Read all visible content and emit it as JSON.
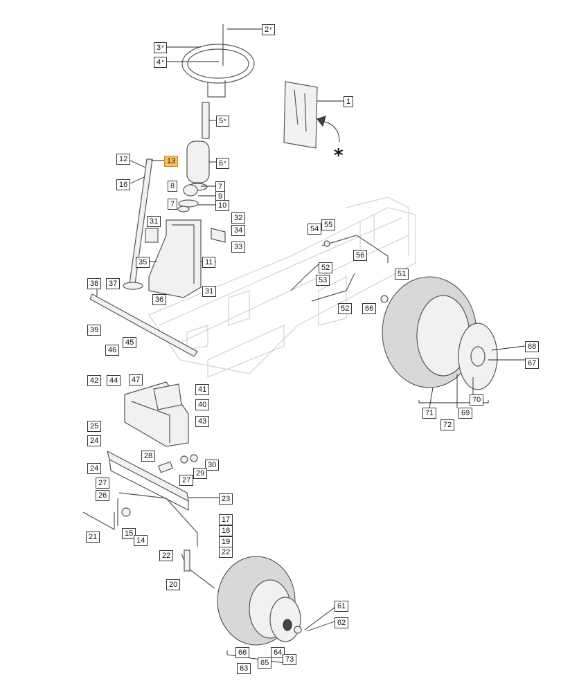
{
  "diagram": {
    "highlighted_part": "13",
    "highlight_color": "#f6c15a",
    "asterisk_symbol": "*",
    "labels": [
      {
        "id": "1",
        "text": "1",
        "star": false
      },
      {
        "id": "2",
        "text": "2",
        "star": true
      },
      {
        "id": "3",
        "text": "3",
        "star": true
      },
      {
        "id": "4",
        "text": "4",
        "star": true
      },
      {
        "id": "5",
        "text": "5",
        "star": true
      },
      {
        "id": "6",
        "text": "6",
        "star": true
      },
      {
        "id": "7a",
        "text": "7",
        "star": false
      },
      {
        "id": "7b",
        "text": "7",
        "star": false
      },
      {
        "id": "8",
        "text": "8",
        "star": false
      },
      {
        "id": "9",
        "text": "9",
        "star": false
      },
      {
        "id": "10",
        "text": "10",
        "star": false
      },
      {
        "id": "11",
        "text": "11",
        "star": false
      },
      {
        "id": "12",
        "text": "12",
        "star": false
      },
      {
        "id": "13",
        "text": "13",
        "star": false,
        "highlight": true
      },
      {
        "id": "14",
        "text": "14",
        "star": false
      },
      {
        "id": "15",
        "text": "15",
        "star": false
      },
      {
        "id": "16",
        "text": "16",
        "star": false
      },
      {
        "id": "17",
        "text": "17",
        "star": false
      },
      {
        "id": "18",
        "text": "18",
        "star": false
      },
      {
        "id": "19",
        "text": "19",
        "star": false
      },
      {
        "id": "20",
        "text": "20",
        "star": false
      },
      {
        "id": "21",
        "text": "21",
        "star": false
      },
      {
        "id": "22a",
        "text": "22",
        "star": false
      },
      {
        "id": "22b",
        "text": "22",
        "star": false
      },
      {
        "id": "23",
        "text": "23",
        "star": false
      },
      {
        "id": "24a",
        "text": "24",
        "star": false
      },
      {
        "id": "24b",
        "text": "24",
        "star": false
      },
      {
        "id": "25",
        "text": "25",
        "star": false
      },
      {
        "id": "26",
        "text": "26",
        "star": false
      },
      {
        "id": "27a",
        "text": "27",
        "star": false
      },
      {
        "id": "27b",
        "text": "27",
        "star": false
      },
      {
        "id": "28",
        "text": "28",
        "star": false
      },
      {
        "id": "29",
        "text": "29",
        "star": false
      },
      {
        "id": "30",
        "text": "30",
        "star": false
      },
      {
        "id": "31a",
        "text": "31",
        "star": false
      },
      {
        "id": "31b",
        "text": "31",
        "star": false
      },
      {
        "id": "32",
        "text": "32",
        "star": false
      },
      {
        "id": "33",
        "text": "33",
        "star": false
      },
      {
        "id": "34",
        "text": "34",
        "star": false
      },
      {
        "id": "35",
        "text": "35",
        "star": false
      },
      {
        "id": "36",
        "text": "36",
        "star": false
      },
      {
        "id": "37",
        "text": "37",
        "star": false
      },
      {
        "id": "38",
        "text": "38",
        "star": false
      },
      {
        "id": "39",
        "text": "39",
        "star": false
      },
      {
        "id": "40",
        "text": "40",
        "star": false
      },
      {
        "id": "41",
        "text": "41",
        "star": false
      },
      {
        "id": "42",
        "text": "42",
        "star": false
      },
      {
        "id": "43",
        "text": "43",
        "star": false
      },
      {
        "id": "44",
        "text": "44",
        "star": false
      },
      {
        "id": "45",
        "text": "45",
        "star": false
      },
      {
        "id": "46",
        "text": "46",
        "star": false
      },
      {
        "id": "47",
        "text": "47",
        "star": false
      },
      {
        "id": "51",
        "text": "51",
        "star": false
      },
      {
        "id": "52a",
        "text": "52",
        "star": false
      },
      {
        "id": "52b",
        "text": "52",
        "star": false
      },
      {
        "id": "53",
        "text": "53",
        "star": false
      },
      {
        "id": "54",
        "text": "54",
        "star": false
      },
      {
        "id": "55",
        "text": "55",
        "star": false
      },
      {
        "id": "56",
        "text": "56",
        "star": false
      },
      {
        "id": "61",
        "text": "61",
        "star": false
      },
      {
        "id": "62",
        "text": "62",
        "star": false
      },
      {
        "id": "63",
        "text": "63",
        "star": false
      },
      {
        "id": "64",
        "text": "64",
        "star": false
      },
      {
        "id": "65",
        "text": "65",
        "star": false
      },
      {
        "id": "66a",
        "text": "66",
        "star": false
      },
      {
        "id": "66b",
        "text": "66",
        "star": false
      },
      {
        "id": "67",
        "text": "67",
        "star": false
      },
      {
        "id": "68",
        "text": "68",
        "star": false
      },
      {
        "id": "69",
        "text": "69",
        "star": false
      },
      {
        "id": "70",
        "text": "70",
        "star": false
      },
      {
        "id": "71",
        "text": "71",
        "star": false
      },
      {
        "id": "72",
        "text": "72",
        "star": false
      },
      {
        "id": "73",
        "text": "73",
        "star": false
      }
    ]
  }
}
